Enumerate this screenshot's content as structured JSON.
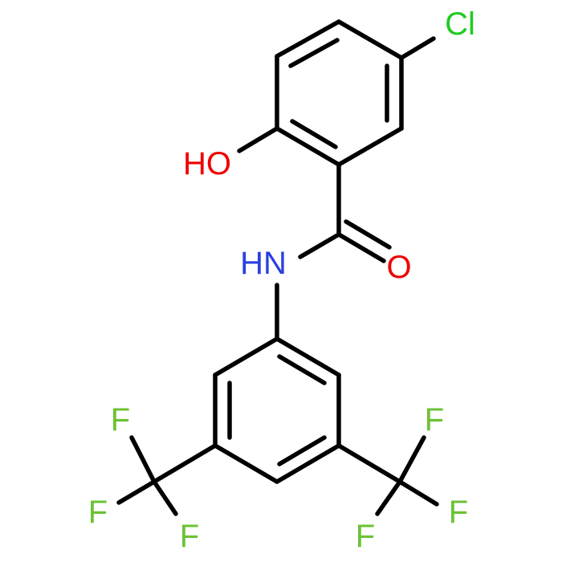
{
  "colors": {
    "bond": "#000000",
    "chlorine": "#1fcc1f",
    "oxygen": "#ee0000",
    "nitrogen": "#2a3fe0",
    "fluorine": "#6cc234",
    "background": "#ffffff"
  },
  "atoms": {
    "cl": "Cl",
    "ho": "HO",
    "hn": "HN",
    "o": "O",
    "f1": "F",
    "f2": "F",
    "f3": "F",
    "f4": "F",
    "f5": "F",
    "f6": "F"
  }
}
